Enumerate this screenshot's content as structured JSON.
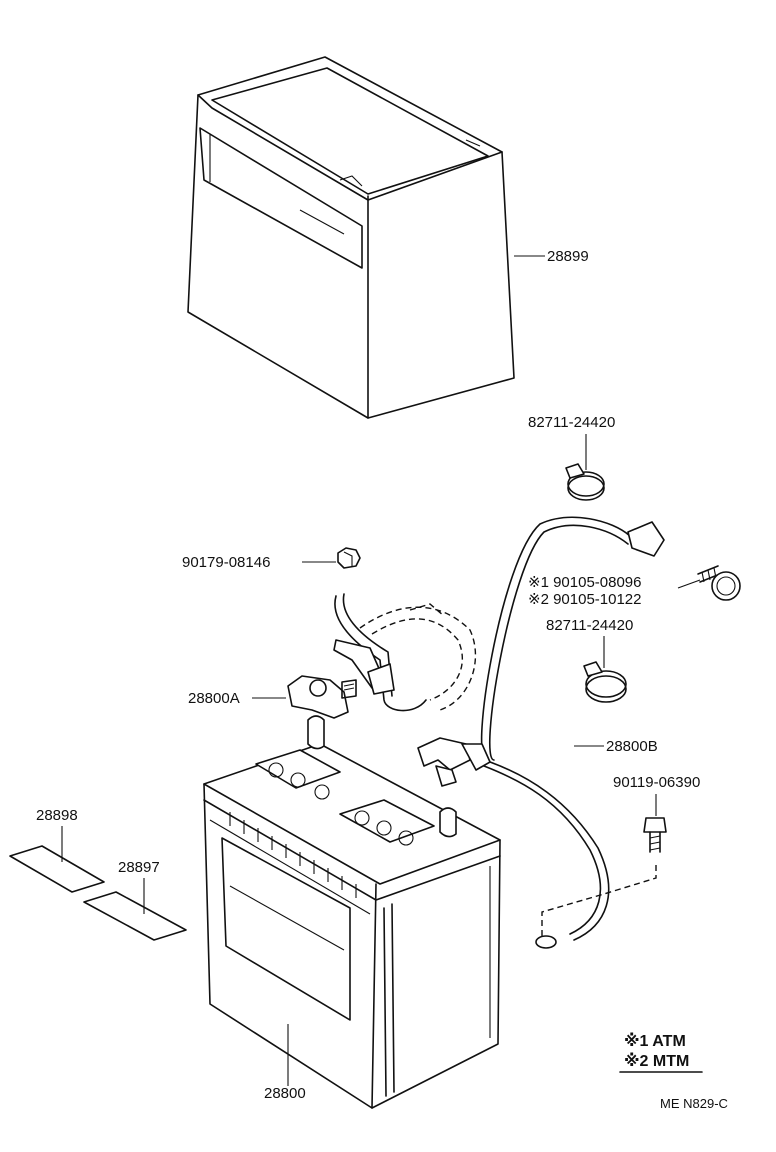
{
  "labels": {
    "tray_cover": "28899",
    "clamp_top": "82711-24420",
    "nut": "90179-08146",
    "bolt_note_1": "※1  90105-08096",
    "bolt_note_2": "※2  90105-10122",
    "clamp_mid": "82711-24420",
    "terminal_clamp": "28800A",
    "negative_cable": "28800B",
    "ground_bolt": "90119-06390",
    "label_plate_a": "28898",
    "label_plate_b": "28897",
    "battery": "28800"
  },
  "legend": {
    "line1": "※1 ATM",
    "line2": "※2 MTM"
  },
  "footer_code": "ME  N829-C"
}
